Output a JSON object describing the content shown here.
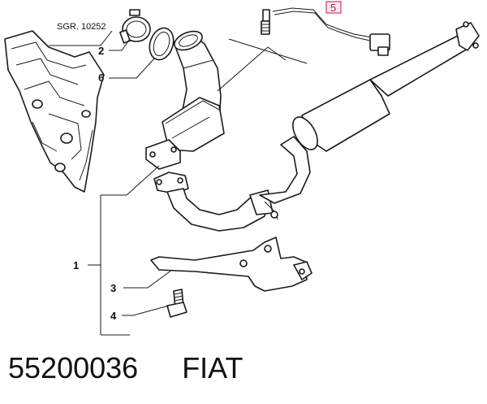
{
  "diagram": {
    "reference_label": "SGR. 10252",
    "callouts": {
      "c1": "1",
      "c2": "2",
      "c3": "3",
      "c4": "4",
      "c5": "5",
      "c6": "6"
    },
    "highlighted_callout": "5",
    "highlight_color": "#c2185b"
  },
  "footer": {
    "part_number": "55200036",
    "brand": "FIAT"
  }
}
